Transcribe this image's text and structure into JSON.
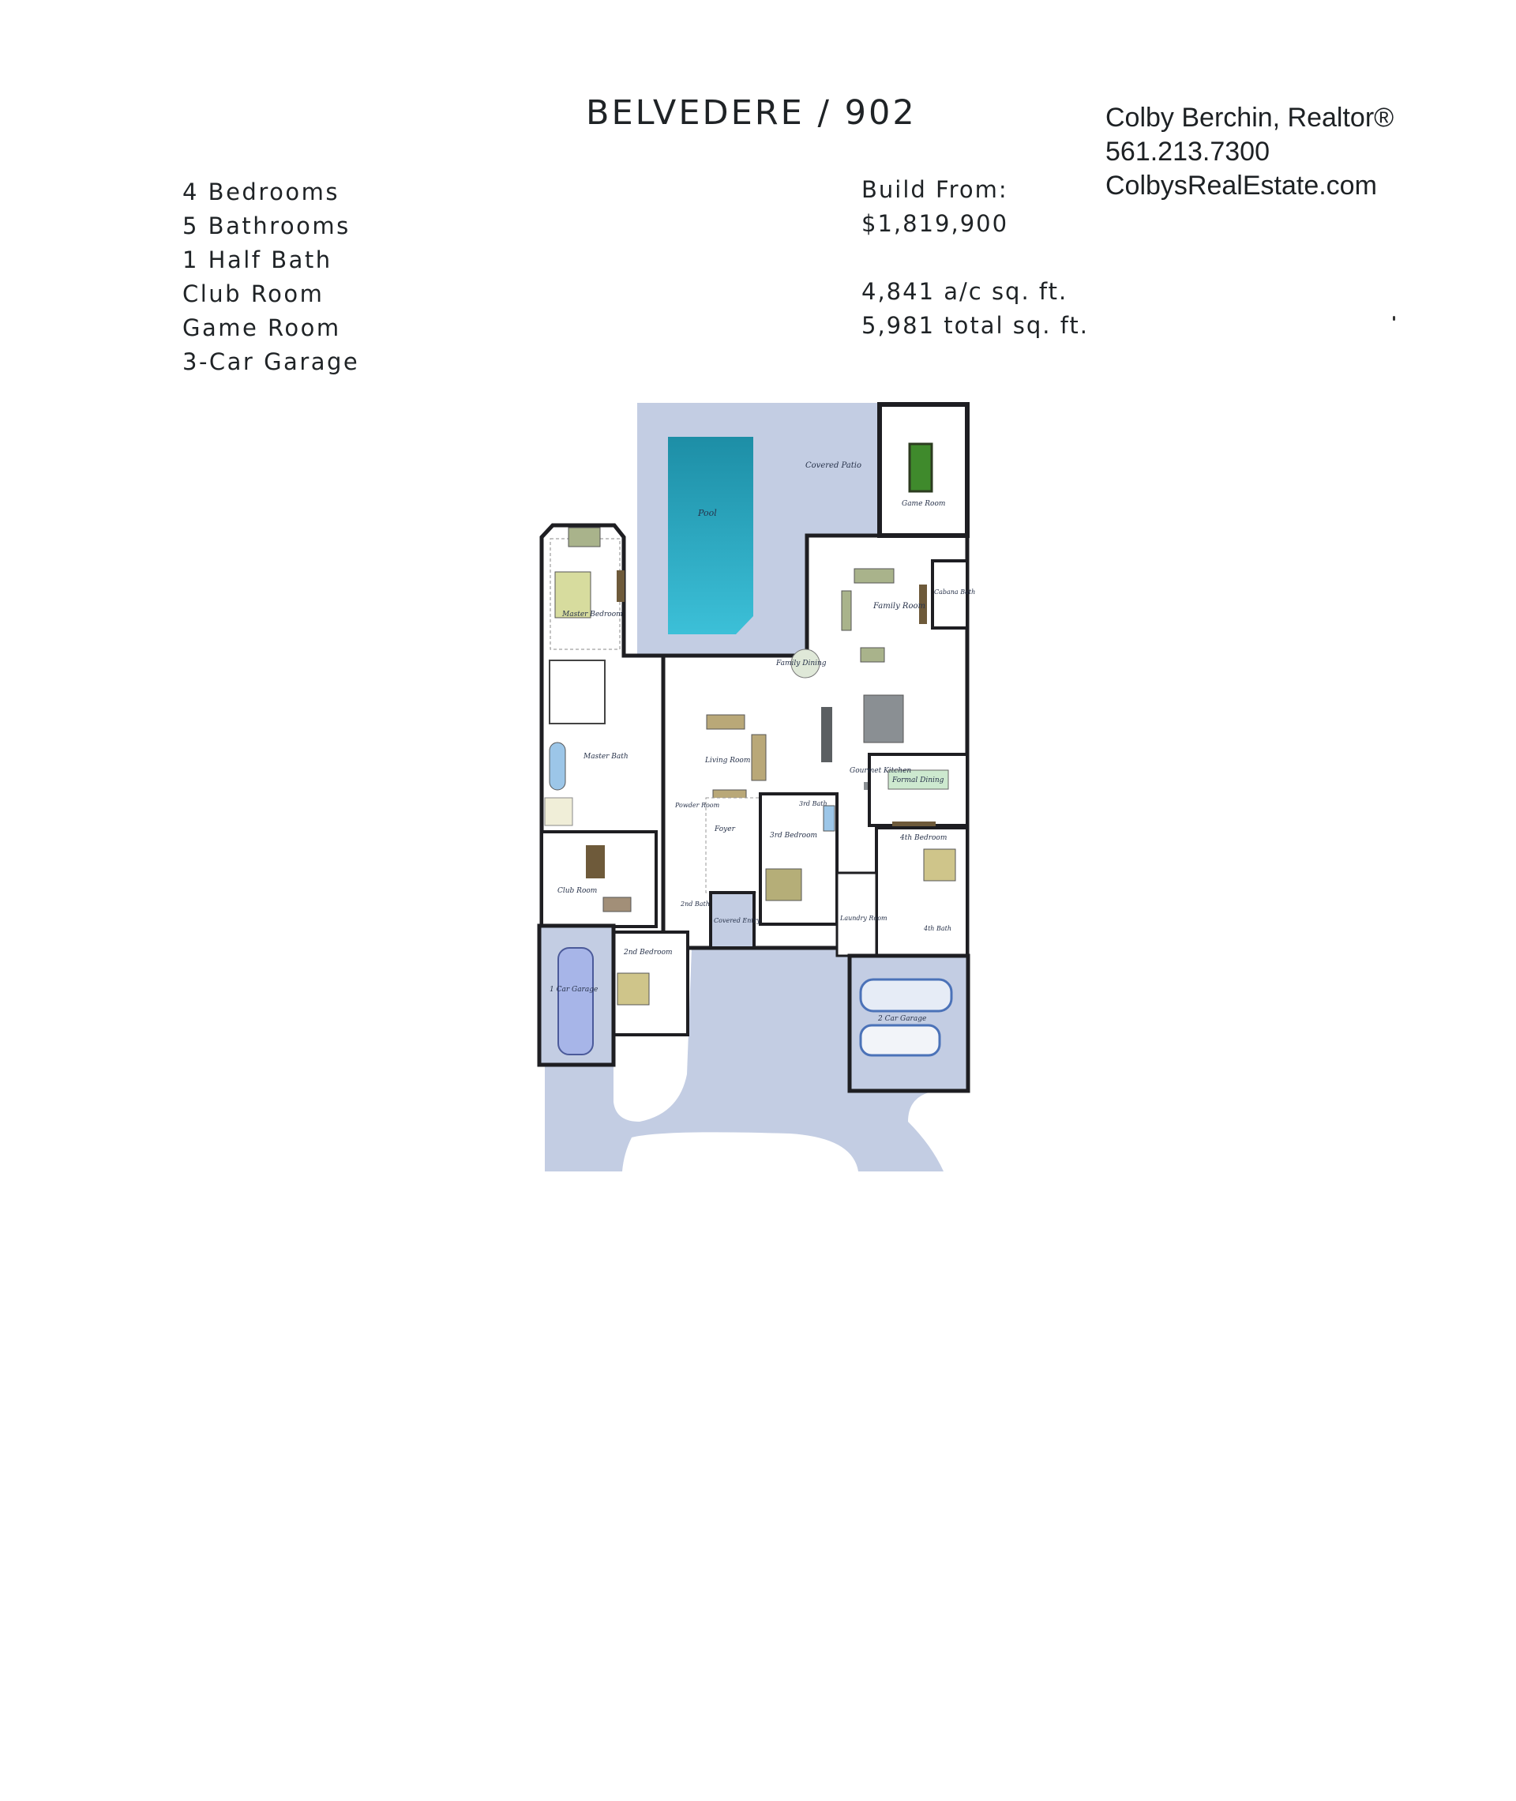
{
  "header": {
    "title": "BELVEDERE / 902"
  },
  "features": [
    "4 Bedrooms",
    "5 Bathrooms",
    "1 Half Bath",
    "Club Room",
    "Game Room",
    "3-Car Garage"
  ],
  "pricing": {
    "build_from_label": "Build From:",
    "price": "$1,819,900",
    "ac_sqft": "4,841 a/c sq. ft.",
    "total_sqft": "5,981 total sq. ft."
  },
  "agent": {
    "name": "Colby Berchin, Realtor®",
    "phone": "561.213.7300",
    "website": "ColbysRealEstate.com"
  },
  "floor_plan": {
    "rooms": {
      "pool": "Pool",
      "covered_patio": "Covered Patio",
      "game_room": "Game Room",
      "master_bedroom": "Master Bedroom",
      "cabana_bath": "Cabana Bath",
      "family_room": "Family Room",
      "family_dining": "Family Dining",
      "living_room": "Living Room",
      "gourmet_kitchen": "Gourmet Kitchen",
      "master_bath": "Master Bath",
      "formal_dining": "Formal Dining",
      "powder_room": "Powder Room",
      "foyer": "Foyer",
      "third_bath": "3rd Bath",
      "third_bedroom": "3rd Bedroom",
      "fourth_bedroom": "4th Bedroom",
      "club_room": "Club Room",
      "second_bath": "2nd Bath",
      "covered_entry": "Covered Entry",
      "laundry_room": "Laundry Room",
      "fourth_bath": "4th Bath",
      "second_bedroom": "2nd Bedroom",
      "one_car_garage": "1 Car Garage",
      "two_car_garage": "2 Car Garage"
    },
    "colors": {
      "paving": "#c3cde3",
      "pool_top": "#1d8ea6",
      "pool_bottom": "#3cc0d8",
      "wall": "#1e1e22",
      "billiard": "#3f8a2c",
      "bed": "#cfc58a",
      "sofa": "#b9a878",
      "wood": "#6e5a3a"
    }
  }
}
